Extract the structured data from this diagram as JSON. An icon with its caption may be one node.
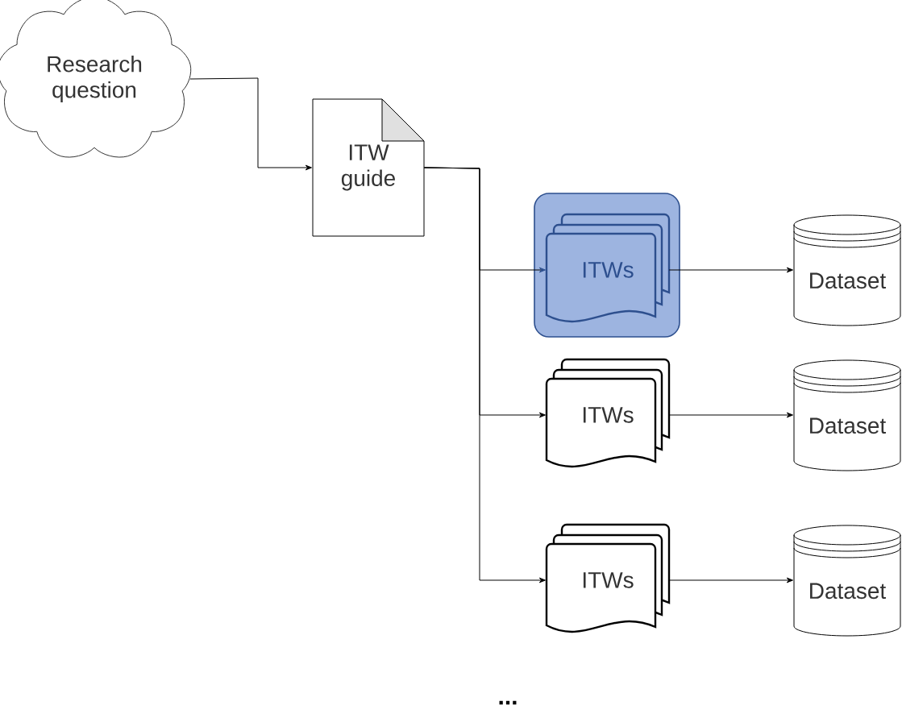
{
  "diagram": {
    "nodes": [
      {
        "text": [
          "Research question"
        ]
      },
      {
        "text": [
          "ITW guide"
        ]
      },
      {
        "text": [],
        "shape": "box"
      },
      {
        "text": [
          "ITWs"
        ],
        "in": 2
      },
      {
        "text": [
          "Dataset"
        ]
      },
      {
        "text": [
          "ITWs"
        ]
      },
      {
        "text": [
          "Dataset"
        ]
      },
      {
        "text": [
          "ITWs"
        ]
      },
      {
        "text": [
          "Dataset"
        ]
      }
    ],
    "edges": [
      {
        "from": 0,
        "to": 1,
        "arrow": "to"
      },
      {
        "from": 1,
        "to": 3,
        "arrow": "to"
      },
      {
        "from": 1,
        "to": 5,
        "arrow": "to"
      },
      {
        "from": 1,
        "to": 7,
        "arrow": "to"
      },
      {
        "from": 3,
        "to": 4,
        "arrow": "to"
      },
      {
        "from": 5,
        "to": 6,
        "arrow": "to"
      },
      {
        "from": 7,
        "to": 8,
        "arrow": "to"
      }
    ],
    "labels": [
      "..."
    ]
  }
}
